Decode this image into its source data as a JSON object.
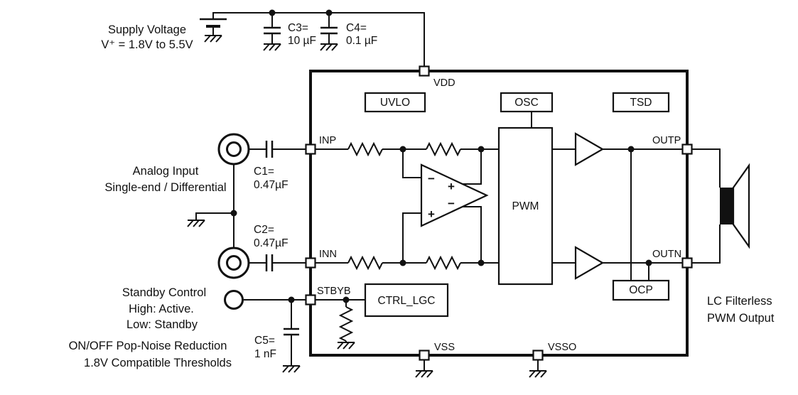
{
  "supply": {
    "title": "Supply Voltage",
    "range": "V⁺ = 1.8V to 5.5V",
    "c3_name": "C3=",
    "c3_value": "10 µF",
    "c4_name": "C4=",
    "c4_value": "0.1 µF"
  },
  "analog_input": {
    "line1": "Analog Input",
    "line2": "Single-end / Differential",
    "c1_name": "C1=",
    "c1_value": "0.47µF",
    "c2_name": "C2=",
    "c2_value": "0.47µF"
  },
  "standby": {
    "line1": "Standby Control",
    "line2": "High: Active.",
    "line3": "Low: Standby",
    "c5_name": "C5=",
    "c5_value": "1 nF"
  },
  "notes": {
    "line1": "ON/OFF Pop-Noise Reduction",
    "line2": "1.8V Compatible Thresholds"
  },
  "output_note": {
    "line1": "LC Filterless",
    "line2": "PWM Output"
  },
  "pins": {
    "vdd": "VDD",
    "inp": "INP",
    "inn": "INN",
    "stbyb": "STBYB",
    "vss": "VSS",
    "vsso": "VSSO",
    "outp": "OUTP",
    "outn": "OUTN"
  },
  "blocks": {
    "uvlo": "UVLO",
    "osc": "OSC",
    "tsd": "TSD",
    "pwm": "PWM",
    "ctrl_lgc": "CTRL_LGC",
    "ocp": "OCP"
  },
  "opamp": {
    "in_minus": "−",
    "in_plus": "+",
    "out_plus": "+",
    "out_minus": "−"
  },
  "colors": {
    "line": "#111111",
    "background": "#ffffff"
  }
}
